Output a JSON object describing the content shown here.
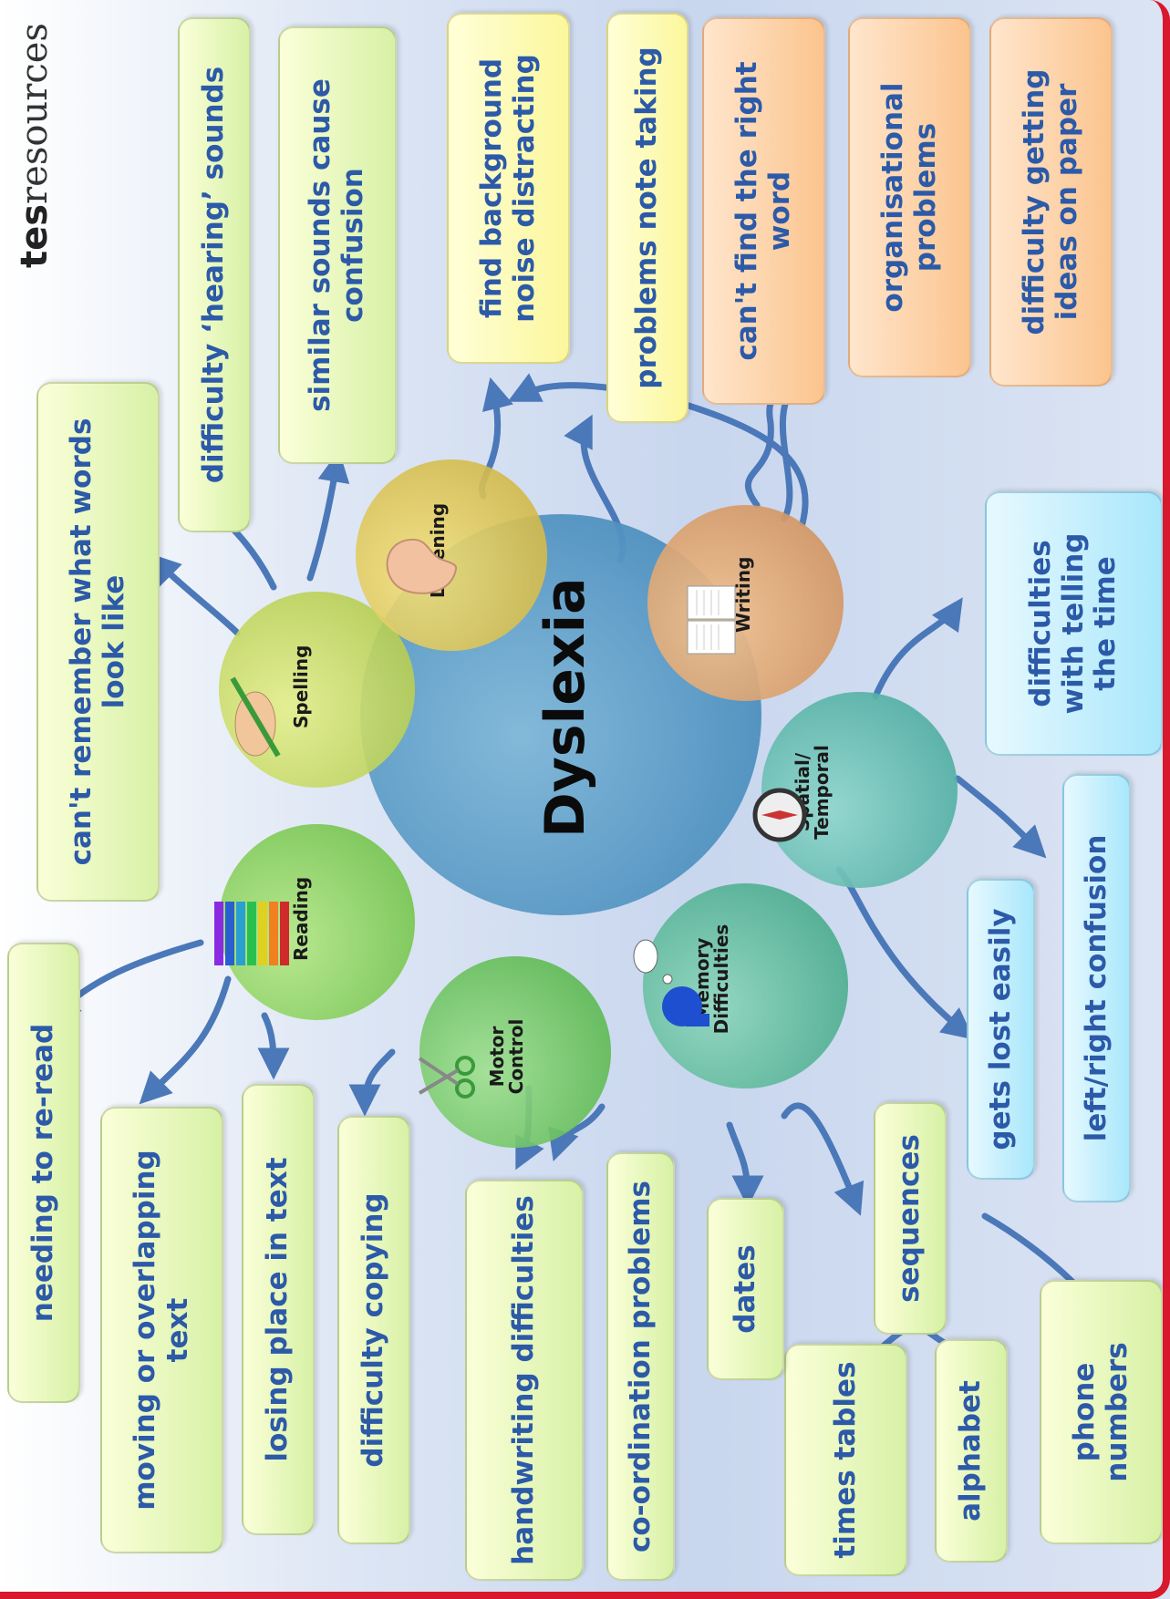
{
  "logo": {
    "brand": "tes",
    "suffix": "resources"
  },
  "center": {
    "label": "Dyslexia"
  },
  "categories": {
    "writing": "Writing",
    "spatial": "Spatial/\nTemporal",
    "memory": "Memory\nDifficulties",
    "motor": "Motor\nControl",
    "reading": "Reading",
    "spelling": "Spelling",
    "listening": "Listening"
  },
  "boxes": {
    "ideas_paper": "difficulty getting ideas on paper",
    "organisational": "organisational problems",
    "right_word": "can't find the right word",
    "note_taking": "problems note taking",
    "background_noise": "find background noise distracting",
    "similar_sounds": "similar sounds cause confusion",
    "hearing_sounds": "difficulty ‘hearing’ sounds",
    "remember_words": "can't remember what words look like",
    "telling_time": "difficulties with telling the time",
    "left_right": "left/right confusion",
    "lost_easily": "gets lost easily",
    "sequences": "sequences",
    "phone_numbers": "phone numbers",
    "alphabet": "alphabet",
    "times_tables": "times tables",
    "dates": "dates",
    "coordination": "co-ordination problems",
    "handwriting": "handwriting difficulties",
    "copying": "difficulty copying",
    "losing_place": "losing place in text",
    "moving_text": "moving or overlapping text",
    "re_read": "needing to re-read"
  },
  "colors": {
    "arrow": "#4b78b8",
    "text": "#2c5aa8",
    "border": "#d8182c"
  },
  "icons": [
    "book-icon",
    "compass-icon",
    "thinking-figure-icon",
    "scissors-icon",
    "books-stack-icon",
    "hand-pencil-icon",
    "ear-icon"
  ]
}
